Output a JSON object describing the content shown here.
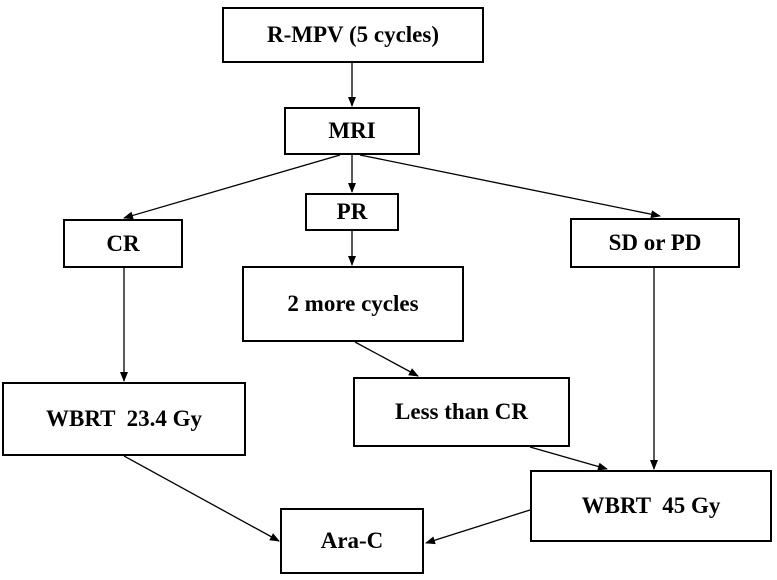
{
  "nodes": {
    "rmpv": "R-MPV (5 cycles)",
    "mri": "MRI",
    "pr": "PR",
    "cr": "CR",
    "sd_pd": "SD or PD",
    "two_more_cycles": "2 more cycles",
    "less_than_cr": "Less than CR",
    "wbrt_23": "WBRT  23.4 Gy",
    "wbrt_45": "WBRT  45 Gy",
    "ara_c": "Ara-C"
  },
  "edges": [
    {
      "from": "rmpv",
      "to": "mri"
    },
    {
      "from": "mri",
      "to": "cr"
    },
    {
      "from": "mri",
      "to": "pr"
    },
    {
      "from": "mri",
      "to": "sd_pd"
    },
    {
      "from": "pr",
      "to": "two_more_cycles"
    },
    {
      "from": "cr",
      "to": "wbrt_23"
    },
    {
      "from": "two_more_cycles",
      "to": "less_than_cr"
    },
    {
      "from": "less_than_cr",
      "to": "wbrt_45"
    },
    {
      "from": "sd_pd",
      "to": "wbrt_45"
    },
    {
      "from": "wbrt_23",
      "to": "ara_c"
    },
    {
      "from": "wbrt_45",
      "to": "ara_c"
    }
  ],
  "colors": {
    "line": "#000000",
    "box_border": "#000000",
    "text": "#000000",
    "background": "#ffffff"
  }
}
